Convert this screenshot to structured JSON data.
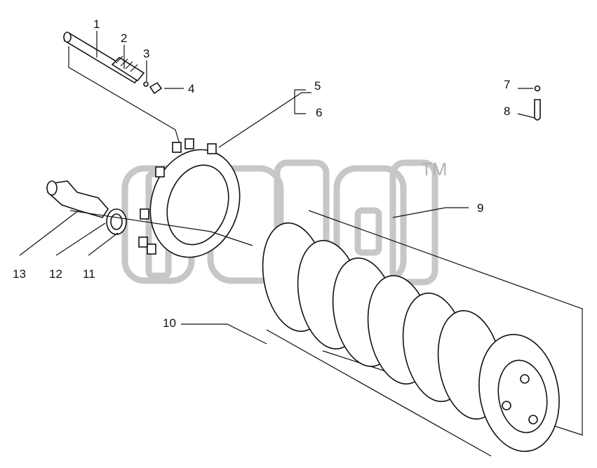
{
  "diagram": {
    "watermark_tm": "TM",
    "callouts": [
      {
        "id": "c1",
        "text": "1"
      },
      {
        "id": "c2",
        "text": "2"
      },
      {
        "id": "c3",
        "text": "3"
      },
      {
        "id": "c4",
        "text": "4"
      },
      {
        "id": "c5",
        "text": "5"
      },
      {
        "id": "c6",
        "text": "6"
      },
      {
        "id": "c7",
        "text": "7"
      },
      {
        "id": "c8",
        "text": "8"
      },
      {
        "id": "c9",
        "text": "9"
      },
      {
        "id": "c10",
        "text": "10"
      },
      {
        "id": "c11",
        "text": "11"
      },
      {
        "id": "c12",
        "text": "12"
      },
      {
        "id": "c13",
        "text": "13"
      }
    ]
  }
}
